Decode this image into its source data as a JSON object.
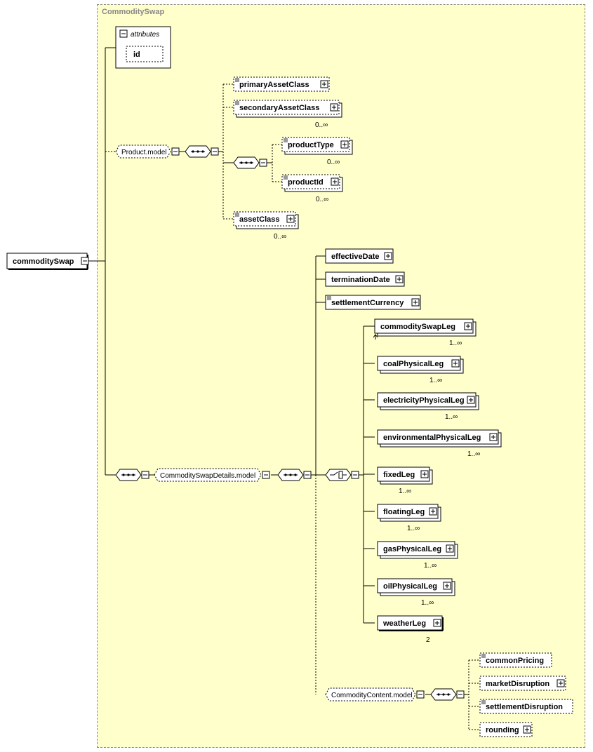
{
  "diagram": {
    "type_name": "CommoditySwap",
    "root": {
      "label": "commoditySwap"
    },
    "attributes": {
      "title": "attributes",
      "items": [
        "id"
      ]
    },
    "product_model": {
      "label": "Product.model",
      "items": [
        {
          "label": "primaryAssetClass",
          "cardinality": ""
        },
        {
          "label": "secondaryAssetClass",
          "cardinality": "0..∞"
        },
        {
          "label": "assetClass",
          "cardinality": "0..∞"
        }
      ],
      "nested": [
        {
          "label": "productType",
          "cardinality": "0..∞"
        },
        {
          "label": "productId",
          "cardinality": "0..∞"
        }
      ]
    },
    "details_model": {
      "label": "CommoditySwapDetails.model",
      "dates": [
        "effectiveDate",
        "terminationDate",
        "settlementCurrency"
      ],
      "legs": [
        {
          "label": "commoditySwapLeg",
          "cardinality": "1..∞"
        },
        {
          "label": "coalPhysicalLeg",
          "cardinality": "1..∞"
        },
        {
          "label": "electricityPhysicalLeg",
          "cardinality": "1..∞"
        },
        {
          "label": "environmentalPhysicalLeg",
          "cardinality": "1..∞"
        },
        {
          "label": "fixedLeg",
          "cardinality": "1..∞"
        },
        {
          "label": "floatingLeg",
          "cardinality": "1..∞"
        },
        {
          "label": "gasPhysicalLeg",
          "cardinality": "1..∞"
        },
        {
          "label": "oilPhysicalLeg",
          "cardinality": "1..∞"
        },
        {
          "label": "weatherLeg",
          "cardinality": "2"
        }
      ]
    },
    "content_model": {
      "label": "CommodityContent.model",
      "items": [
        "commonPricing",
        "marketDisruption",
        "settlementDisruption",
        "rounding"
      ]
    }
  }
}
